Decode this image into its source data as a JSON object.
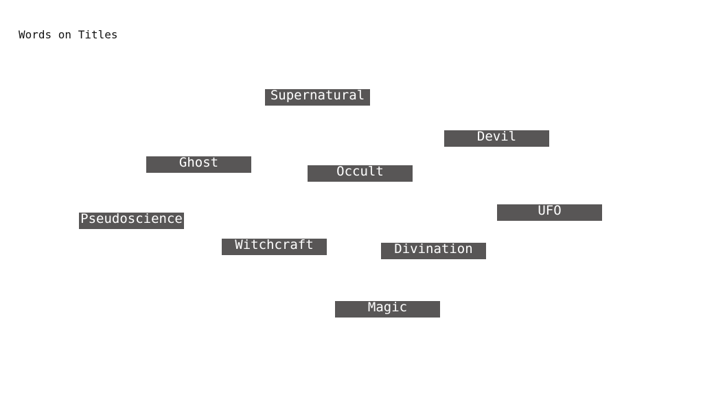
{
  "title": "Words on Titles",
  "colors": {
    "tag_background": "#585656",
    "tag_text": "#ffffff",
    "title_text": "#111111",
    "background": "#ffffff"
  },
  "words": [
    "Supernatural",
    "Devil",
    "Ghost",
    "Occult",
    "UFO",
    "Pseudoscience",
    "Witchcraft",
    "Divination",
    "Magic"
  ]
}
